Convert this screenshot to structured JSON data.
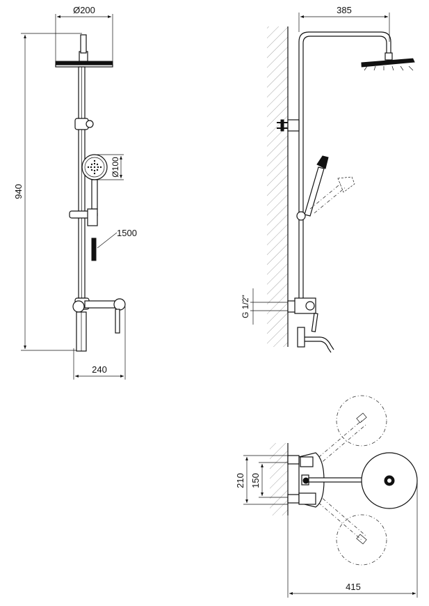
{
  "dimensions": {
    "head_diameter": "Ø200",
    "handshower_diameter": "Ø100",
    "total_height": "940",
    "hose_length": "1500",
    "projection": "240",
    "arm_reach": "385",
    "connection_thread": "G 1/2\"",
    "outer_spacing": "210",
    "inner_spacing": "150",
    "total_width": "415"
  },
  "icons": [
    "wall-hatch-icon",
    "shower-head-icon",
    "hand-shower-icon",
    "mixer-lever-icon"
  ]
}
